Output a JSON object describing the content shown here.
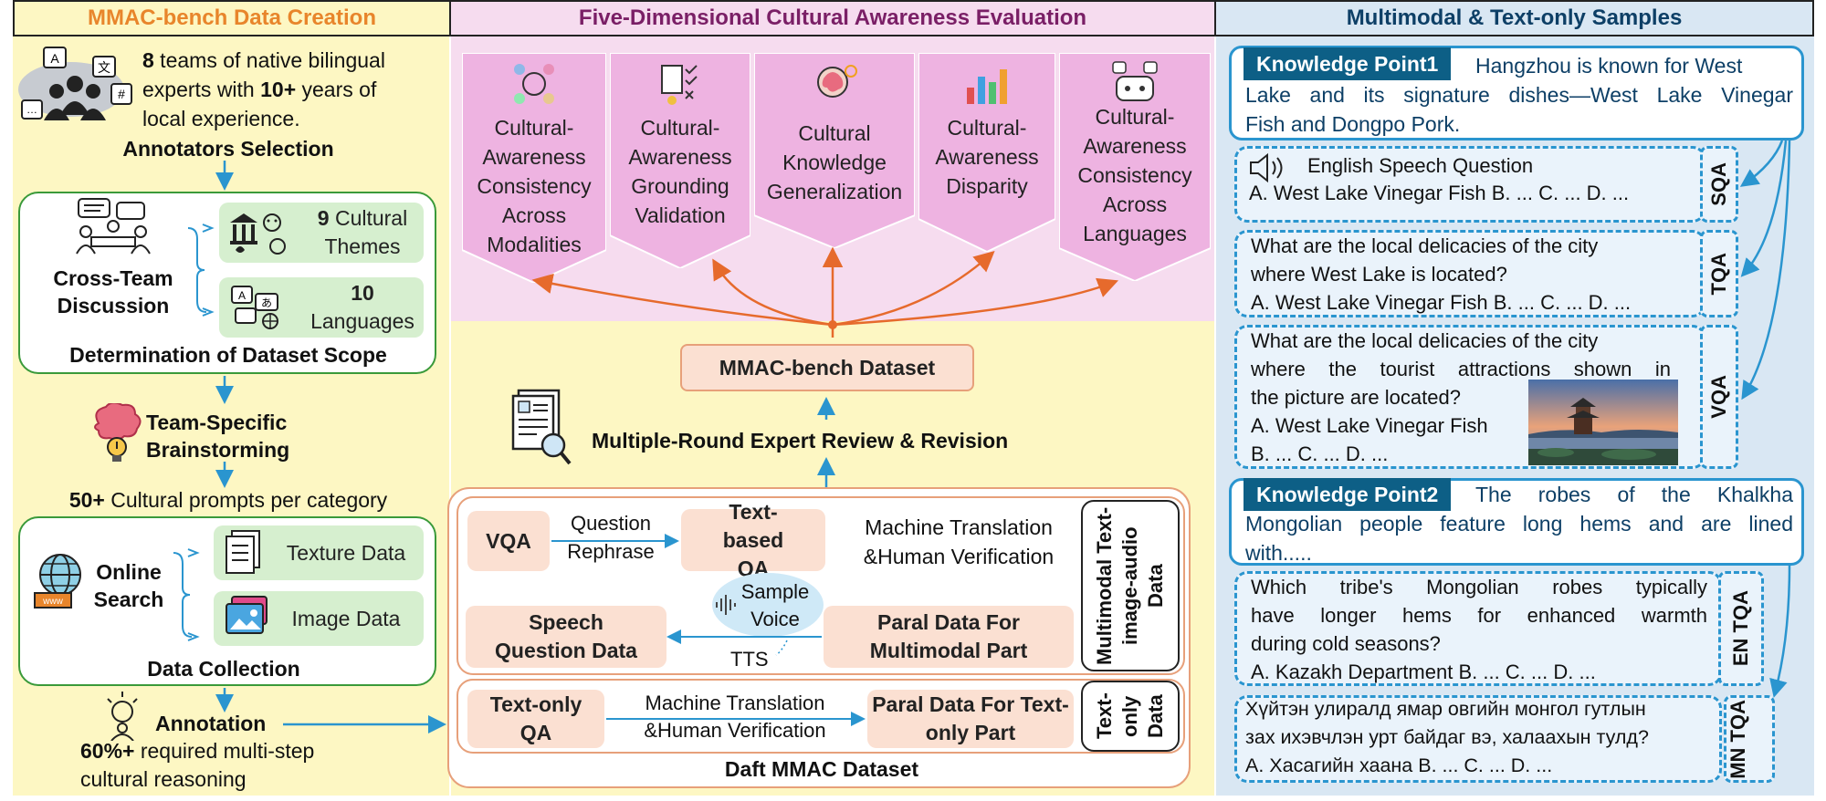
{
  "headers": {
    "left": "MMAC-bench Data Creation",
    "middle": "Five-Dimensional Cultural Awareness Evaluation",
    "right": "Multimodal  & Text-only Samples"
  },
  "colors": {
    "left_bg": "#fdf7c3",
    "middle_bg": "#fdf7c3",
    "right_bg": "#d9e7f3",
    "eval_bg": "#f6dcef",
    "left_title": "#e8852b",
    "middle_title": "#7a1f66",
    "right_title": "#0d3f66",
    "arrow_orange": "#e66a2c",
    "arrow_blue": "#2a95cf"
  },
  "left": {
    "annotators_desc_1_bold": "8",
    "annotators_desc_1": " teams of native bilingual",
    "annotators_desc_2": "experts with ",
    "annotators_desc_2_bold": "10+",
    "annotators_desc_2b": " years of",
    "annotators_desc_3": "local experience.",
    "annotators_selection": "Annotators Selection",
    "cross_team": "Cross-Team",
    "discussion": "Discussion",
    "themes_bold": "9",
    "themes_a": " Cultural",
    "themes_b": "Themes",
    "languages_bold": "10",
    "languages": "Languages",
    "scope": "Determination of Dataset Scope",
    "team_specific": "Team-Specific",
    "brainstorming": "Brainstorming",
    "prompts_bold": "50+",
    "prompts": " Cultural prompts per category",
    "online": "Online",
    "search": "Search",
    "texture_data": "Texture Data",
    "image_data": "Image Data",
    "data_collection": "Data Collection",
    "annotation": "Annotation",
    "reasoning_bold": "60%+",
    "reasoning_a": " required multi-step",
    "reasoning_b": "cultural reasoning"
  },
  "middle": {
    "dimensions": [
      {
        "label": "Cultural-Awareness Consistency Across Modalities"
      },
      {
        "label": "Cultural-Awareness Grounding Validation"
      },
      {
        "label": "Cultural Knowledge Generalization"
      },
      {
        "label": "Cultural-Awareness Disparity"
      },
      {
        "label": "Cultural-Awareness Consistency Across Languages"
      }
    ],
    "mmac_dataset": "MMAC-bench Dataset",
    "review": "Multiple-Round Expert Review & Revision",
    "vqa": "VQA",
    "question_rephrase_a": "Question",
    "question_rephrase_b": "Rephrase",
    "text_based_qa": "Text-based QA",
    "mt_hv_a": "Machine Translation",
    "mt_hv_b": "&Human Verification",
    "sample_voice": "Sample Voice",
    "speech_question": "Speech Question Data",
    "tts": "TTS",
    "paral_multimodal": "Paral Data For Multimodal Part",
    "multimodal_side": "Multimodal Text-image-audio Data",
    "text_only_qa": "Text-only QA",
    "mt_hv2_a": "Machine Translation",
    "mt_hv2_b": "&Human Verification",
    "paral_text": "Paral Data For Text-only Part",
    "text_only_side": "Text-only Data",
    "daft": "Daft MMAC Dataset"
  },
  "right": {
    "kp1_label": "Knowledge Point1",
    "kp1_text_a": "Hangzhou is known for West",
    "kp1_text_b": "Lake and its signature dishes—West Lake Vinegar",
    "kp1_text_c": "Fish and Dongpo Pork.",
    "sqa_q": "English Speech Question",
    "sqa_a": "A. West Lake Vinegar Fish B. ... C. ... D. ...",
    "sqa_tag": "SQA",
    "tqa_q1": "What are the local delicacies of the city",
    "tqa_q2": "where West Lake is located?",
    "tqa_a": "A. West Lake Vinegar Fish B. ... C. ... D. ...",
    "tqa_tag": "TQA",
    "vqa_q1": "What are the local delicacies of the city",
    "vqa_q2": "where the tourist attractions shown in",
    "vqa_q3": "the picture are located?",
    "vqa_a1": "A. West Lake Vinegar Fish",
    "vqa_a2": "B. ... C. ... D. ...",
    "vqa_tag": "VQA",
    "kp2_label": "Knowledge Point2",
    "kp2_text_a": "The robes of the Khalkha",
    "kp2_text_b": "Mongolian people feature long hems and are lined",
    "kp2_text_c": "with.....",
    "en_q1": "Which tribe's Mongolian robes typically",
    "en_q2": "have longer hems for enhanced warmth",
    "en_q3": "during cold seasons?",
    "en_a": "A. Kazakh Department  B. ... C. ... D. ...",
    "en_tag": "EN TQA",
    "mn_q1": "Хүйтэн улиралд ямар овгийн монгол гутлын",
    "mn_q2": "зах ихэвчлэн урт байдаг вэ, халаахын тулд?",
    "mn_a": "A. Хасагийн хаана  B. ... C. ... D. ...",
    "mn_tag": "MN TQA"
  }
}
